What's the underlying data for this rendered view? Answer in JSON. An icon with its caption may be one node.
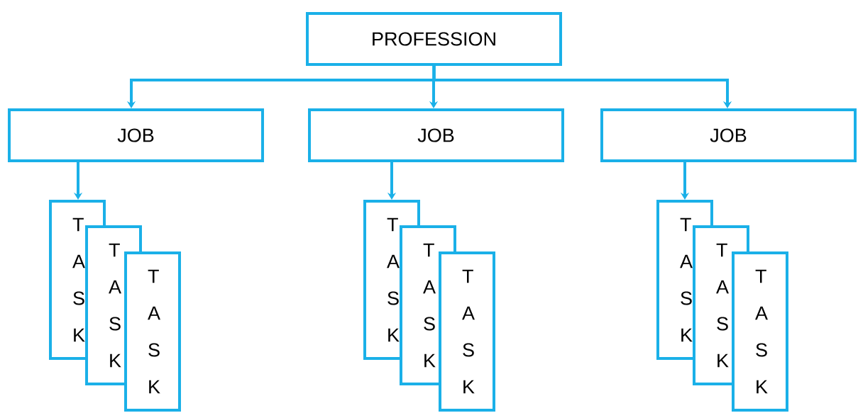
{
  "diagram": {
    "nodes": [
      {
        "text": [
          "PROFESSION"
        ]
      },
      {
        "text": [
          "JOB"
        ]
      },
      {
        "text": [
          "JOB"
        ]
      },
      {
        "text": [
          "JOB"
        ]
      },
      {
        "text": [
          "T A S K"
        ]
      },
      {
        "text": [
          "T A S K"
        ]
      },
      {
        "text": [
          "T A S K"
        ]
      },
      {
        "text": [
          "T A S K"
        ]
      },
      {
        "text": [
          "T A S K"
        ]
      },
      {
        "text": [
          "T A S K"
        ]
      },
      {
        "text": [
          "T A S K"
        ]
      },
      {
        "text": [
          "T A S K"
        ]
      },
      {
        "text": [
          "T A S K"
        ]
      }
    ],
    "edges": [
      {
        "from": 0,
        "to": 1,
        "arrow": "to"
      },
      {
        "from": 0,
        "to": 2,
        "arrow": "to"
      },
      {
        "from": 0,
        "to": 3,
        "arrow": "to"
      },
      {
        "from": 1,
        "to": 4,
        "arrow": "to"
      },
      {
        "from": 2,
        "to": 7,
        "arrow": "to"
      },
      {
        "from": 3,
        "to": 10,
        "arrow": "to"
      }
    ]
  }
}
